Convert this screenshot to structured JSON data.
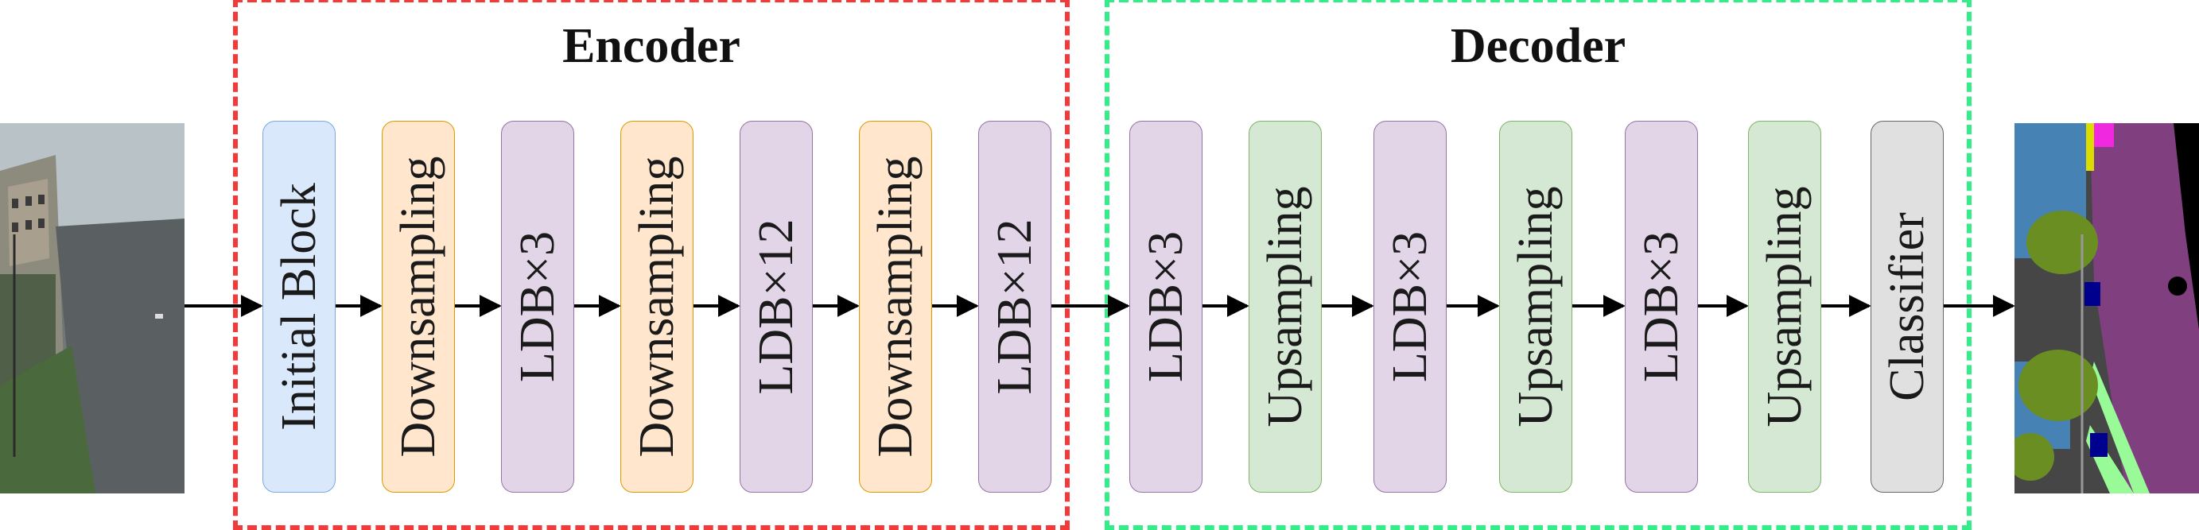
{
  "groups": {
    "encoder": {
      "title": "Encoder",
      "color": "#f23a3a"
    },
    "decoder": {
      "title": "Decoder",
      "color": "#33ee88"
    }
  },
  "blocks": [
    {
      "label": "Initial Block",
      "fill": "#dae8fc",
      "stroke": "#7ea6e0"
    },
    {
      "label": "Downsampling",
      "fill": "#ffe6cc",
      "stroke": "#d79b00"
    },
    {
      "label": "LDB×3",
      "fill": "#e1d5e7",
      "stroke": "#9673a6"
    },
    {
      "label": "Downsampling",
      "fill": "#ffe6cc",
      "stroke": "#d79b00"
    },
    {
      "label": "LDB×12",
      "fill": "#e1d5e7",
      "stroke": "#9673a6"
    },
    {
      "label": "Downsampling",
      "fill": "#ffe6cc",
      "stroke": "#d79b00"
    },
    {
      "label": "LDB×12",
      "fill": "#e1d5e7",
      "stroke": "#9673a6"
    },
    {
      "label": "LDB×3",
      "fill": "#e1d5e7",
      "stroke": "#9673a6"
    },
    {
      "label": "Upsampling",
      "fill": "#d5e8d4",
      "stroke": "#82b366"
    },
    {
      "label": "LDB×3",
      "fill": "#e1d5e7",
      "stroke": "#9673a6"
    },
    {
      "label": "Upsampling",
      "fill": "#d5e8d4",
      "stroke": "#82b366"
    },
    {
      "label": "LDB×3",
      "fill": "#e1d5e7",
      "stroke": "#9673a6"
    },
    {
      "label": "Upsampling",
      "fill": "#d5e8d4",
      "stroke": "#82b366"
    },
    {
      "label": "Classifier",
      "fill": "#e0e0e0",
      "stroke": "#666666"
    }
  ]
}
